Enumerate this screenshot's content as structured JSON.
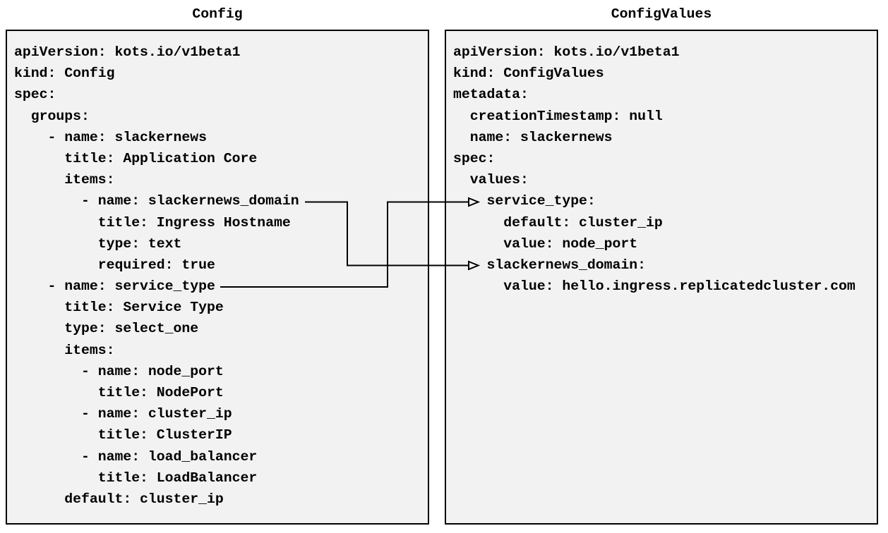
{
  "panels": {
    "config": {
      "title": "Config",
      "lines": [
        "apiVersion: kots.io/v1beta1",
        "kind: Config",
        "spec:",
        "  groups:",
        "    - name: slackernews",
        "      title: Application Core",
        "      items:",
        "        - name: slackernews_domain",
        "          title: Ingress Hostname",
        "          type: text",
        "          required: true",
        "    - name: service_type",
        "      title: Service Type",
        "      type: select_one",
        "      items:",
        "        - name: node_port",
        "          title: NodePort",
        "        - name: cluster_ip",
        "          title: ClusterIP",
        "        - name: load_balancer",
        "          title: LoadBalancer",
        "      default: cluster_ip"
      ]
    },
    "config_values": {
      "title": "ConfigValues",
      "lines": [
        "apiVersion: kots.io/v1beta1",
        "kind: ConfigValues",
        "metadata:",
        "  creationTimestamp: null",
        "  name: slackernews",
        "spec:",
        "  values:",
        "    service_type:",
        "      default: cluster_ip",
        "      value: node_port",
        "    slackernews_domain:",
        "      value: hello.ingress.replicatedcluster.com"
      ]
    }
  },
  "connectors": [
    {
      "from": "slackernews_domain",
      "to": "slackernews_domain"
    },
    {
      "from": "service_type",
      "to": "service_type"
    }
  ],
  "colors": {
    "panel_bg": "#f2f2f2",
    "panel_border": "#000000",
    "text": "#000000",
    "connector": "#000000"
  }
}
